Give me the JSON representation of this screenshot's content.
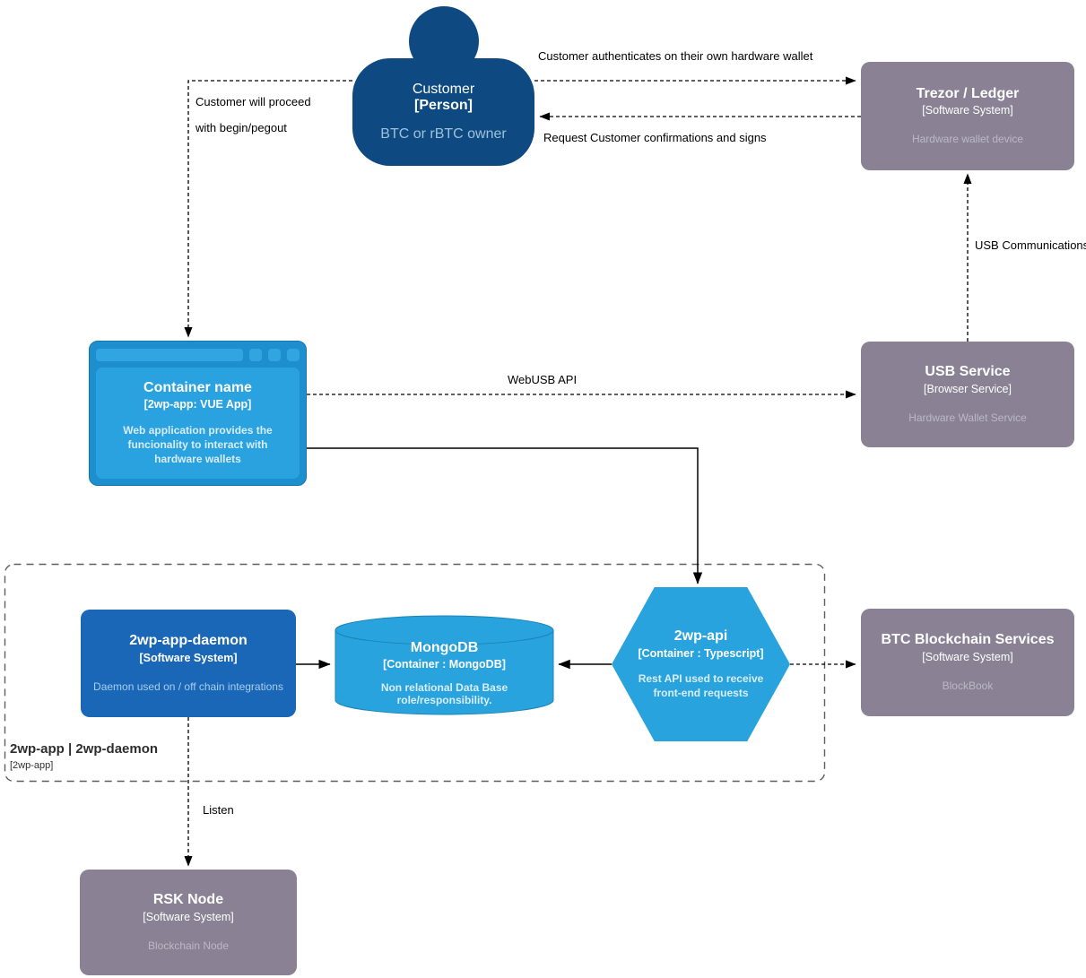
{
  "diagram": {
    "kind": "c4-container-diagram",
    "colors": {
      "person": "#0e4a81",
      "external_system": "#8a8294",
      "external_system_desc_text": "#bdb7c5",
      "container_blue": "#29a3dd",
      "daemon_blue": "#1a67b7",
      "browser_frame": "#1e8fce",
      "line": "#000000",
      "boundary_line": "#5f5f5f"
    }
  },
  "nodes": {
    "customer": {
      "title": "Customer",
      "type_label": "[Person]",
      "description": "BTC or rBTC owner"
    },
    "trezor": {
      "title": "Trezor / Ledger",
      "type_label": "[Software System]",
      "description": "Hardware wallet device"
    },
    "web_app": {
      "title": "Container name",
      "type_label": "[2wp-app: VUE App]",
      "description": "Web application provides the funcionality to interact with hardware wallets"
    },
    "usb_service": {
      "title": "USB Service",
      "type_label": "[Browser Service]",
      "description": "Hardware Wallet Service"
    },
    "daemon": {
      "title": "2wp-app-daemon",
      "type_label": "[Software System]",
      "description": "Daemon used on / off chain integrations"
    },
    "mongodb": {
      "title": "MongoDB",
      "type_label": "[Container : MongoDB]",
      "description": "Non relational Data Base role/responsibility."
    },
    "api": {
      "title": "2wp-api",
      "type_label": "[Container : Typescript]",
      "description": "Rest API used to receive front-end requests"
    },
    "btc_services": {
      "title": "BTC Blockchain Services",
      "type_label": "[Software System]",
      "description": "BlockBook"
    },
    "rsk_node": {
      "title": "RSK Node",
      "type_label": "[Software System]",
      "description": "Blockchain Node"
    }
  },
  "boundary": {
    "title": "2wp-app | 2wp-daemon",
    "type_label": "[2wp-app]"
  },
  "edges": {
    "auth": {
      "from": "customer",
      "to": "trezor",
      "style": "dashed",
      "label": "Customer authenticates on their own hardware wallet"
    },
    "confirm": {
      "from": "trezor",
      "to": "customer",
      "style": "dashed",
      "label": "Request Customer confirmations and signs"
    },
    "proceed": {
      "from": "customer",
      "to": "web_app",
      "style": "dashed",
      "label_line1": "Customer will proceed",
      "label_line2": "with begin/pegout"
    },
    "usb_comm": {
      "from": "usb_service",
      "to": "trezor",
      "style": "dashed",
      "label": "USB Communications"
    },
    "webusb": {
      "from": "web_app",
      "to": "usb_service",
      "style": "dashed",
      "label": "WebUSB API"
    },
    "app_api": {
      "from": "web_app",
      "to": "api",
      "style": "solid",
      "label": ""
    },
    "daemon_mongo": {
      "from": "daemon",
      "to": "mongodb",
      "style": "solid",
      "label": ""
    },
    "api_mongo": {
      "from": "api",
      "to": "mongodb",
      "style": "solid",
      "label": ""
    },
    "api_btc": {
      "from": "api",
      "to": "btc_services",
      "style": "dashed",
      "label": ""
    },
    "listen": {
      "from": "daemon",
      "to": "rsk_node",
      "style": "dashed",
      "label": "Listen"
    }
  }
}
